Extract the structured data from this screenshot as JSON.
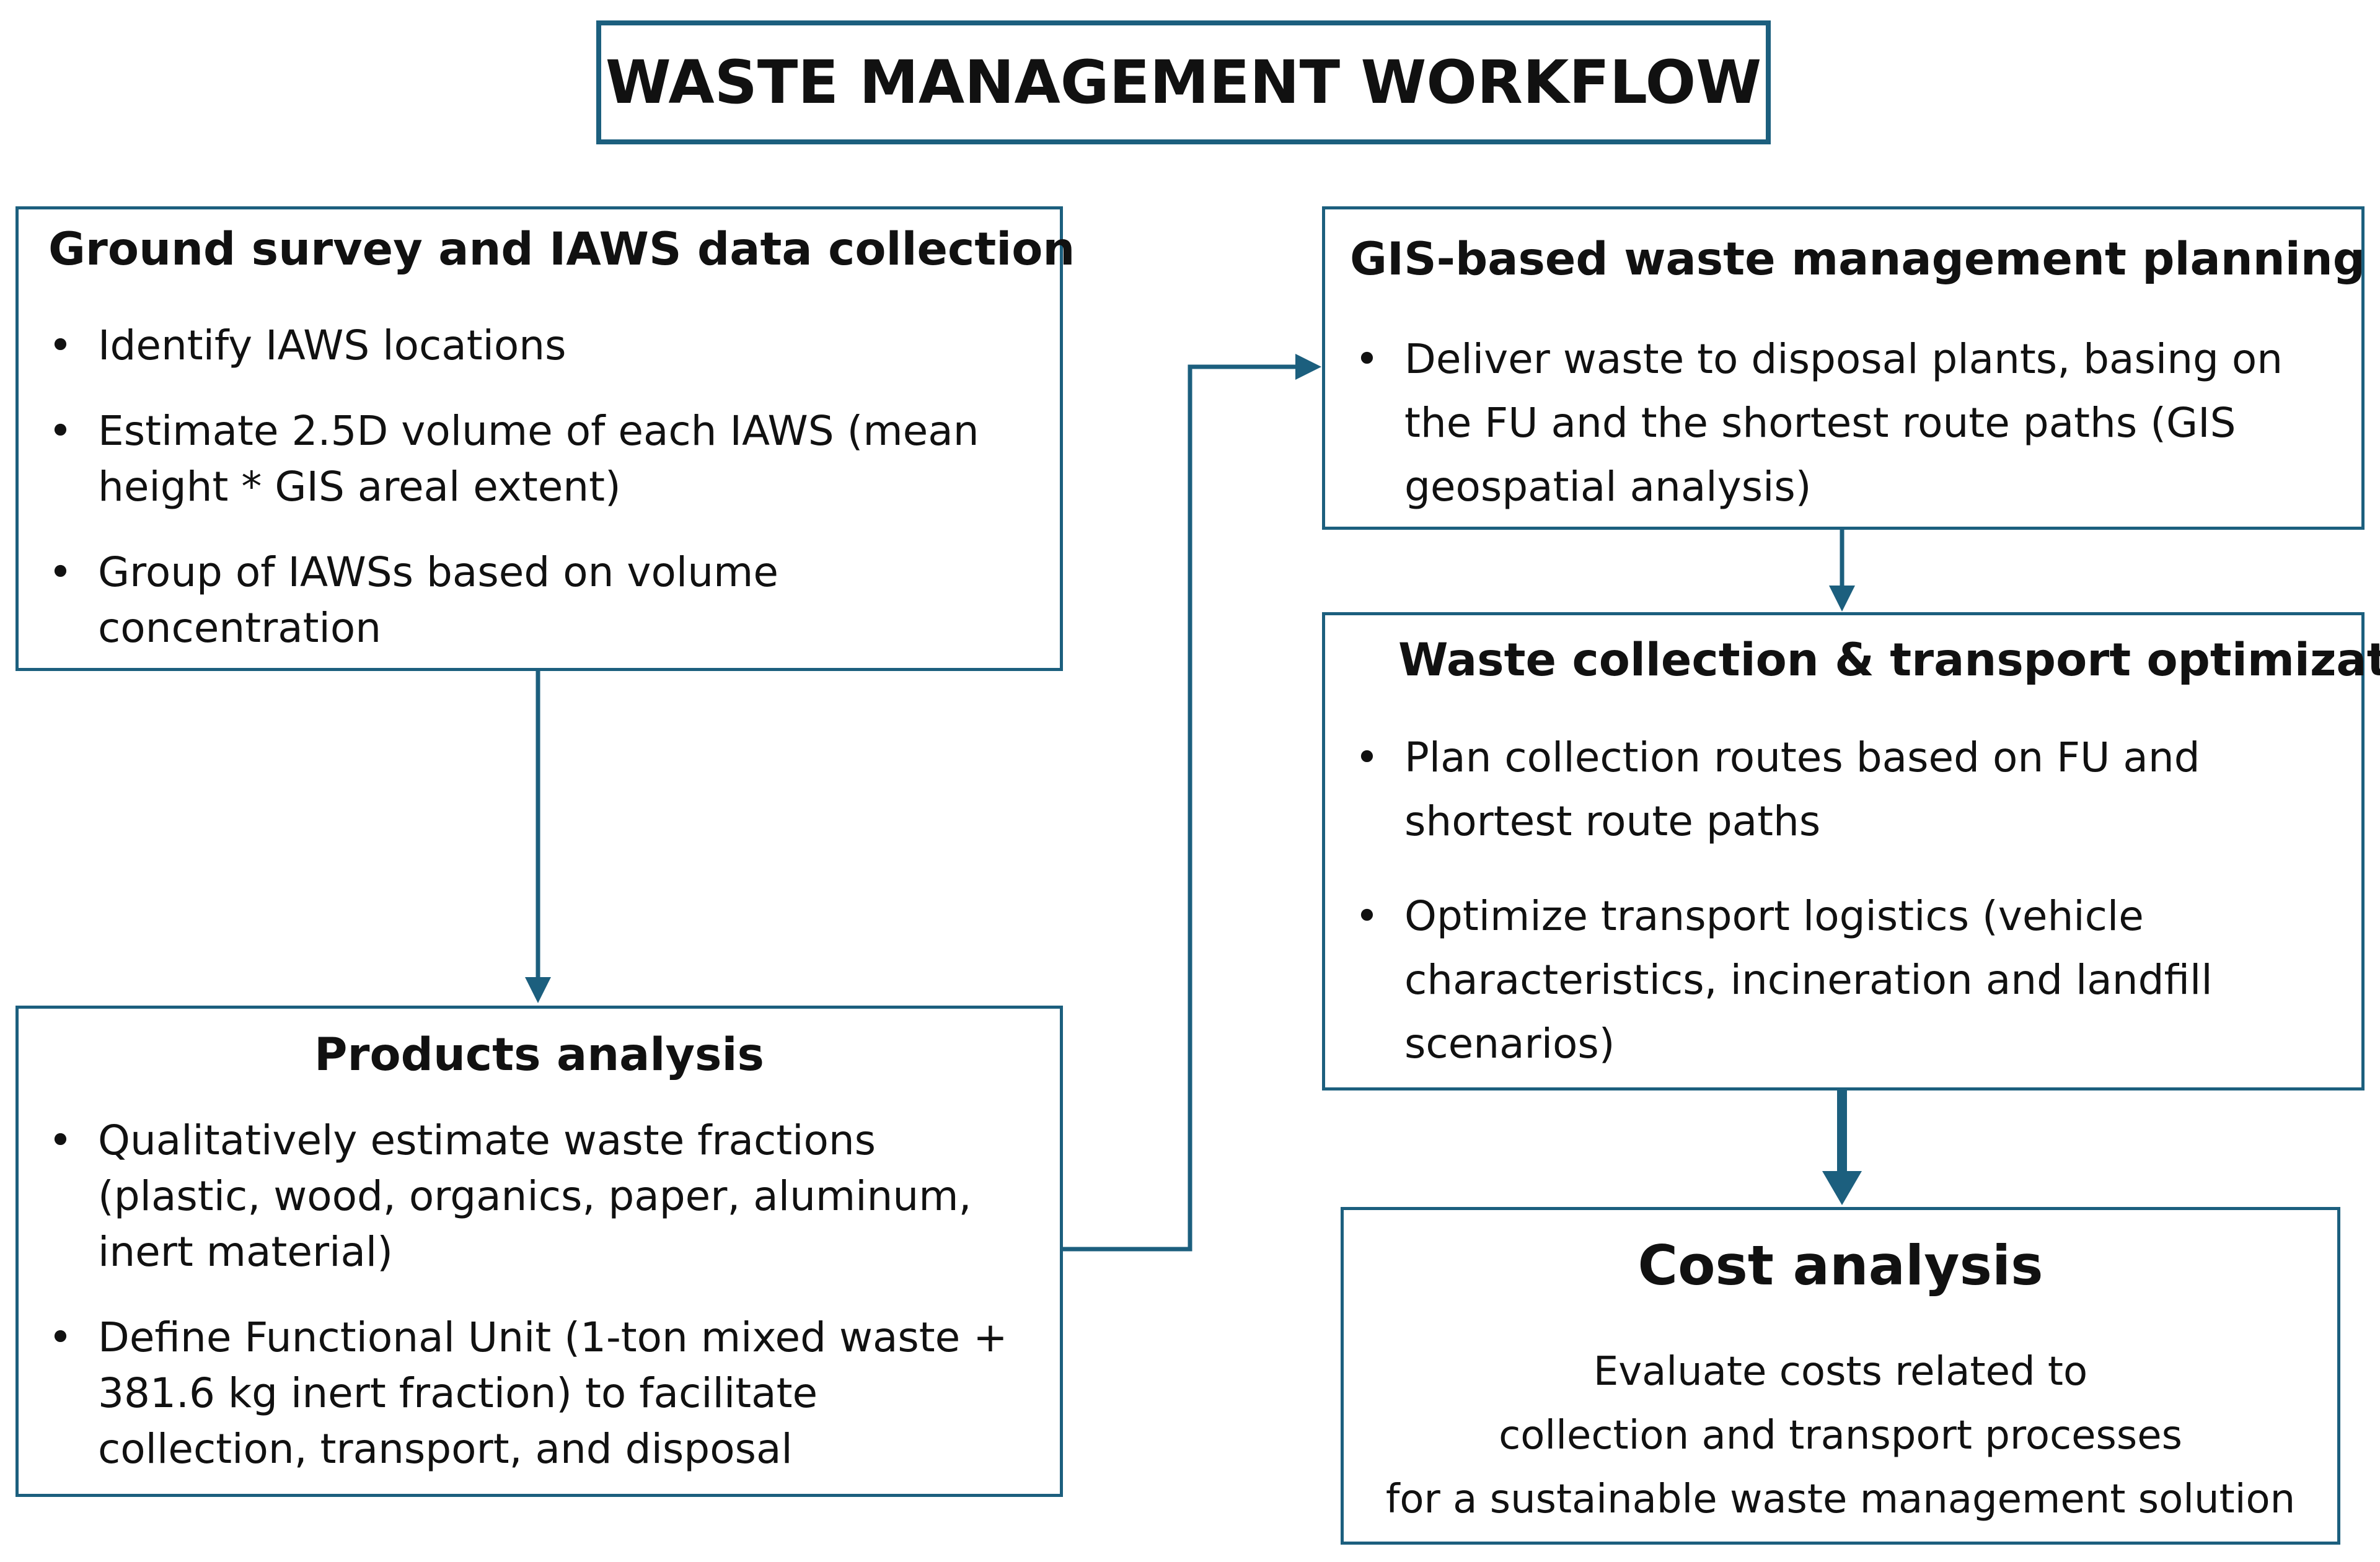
{
  "title": "WASTE MANAGEMENT WORKFLOW",
  "ground_survey": {
    "heading": "Ground survey and IAWS data collection",
    "bullets": [
      "Identify IAWS locations",
      "Estimate 2.5D volume of each IAWS (mean height * GIS areal extent)",
      "Group of IAWSs based on volume concentration"
    ]
  },
  "products": {
    "heading": "Products analysis",
    "bullets": [
      "Qualitatively estimate waste fractions (plastic, wood, organics, paper, aluminum, inert material)",
      "Define Functional Unit (1-ton mixed waste + 381.6 kg inert fraction) to facilitate collection, transport, and disposal"
    ]
  },
  "gis": {
    "heading": "GIS-based waste management planning",
    "bullets": [
      "Deliver waste to disposal plants, basing on the FU and the shortest route paths (GIS geospatial analysis)"
    ]
  },
  "collection": {
    "heading": "Waste collection & transport optimization",
    "bullets": [
      "Plan collection routes based on FU and shortest route paths",
      "Optimize transport logistics (vehicle characteristics, incineration and landfill scenarios)"
    ]
  },
  "cost": {
    "heading": "Cost analysis",
    "lines": [
      "Evaluate costs related to",
      "collection and transport processes",
      "for a sustainable waste management solution"
    ]
  },
  "bullet_char": "•",
  "colors": {
    "border": "#1c5f7e",
    "arrow": "#1c5f7e"
  }
}
